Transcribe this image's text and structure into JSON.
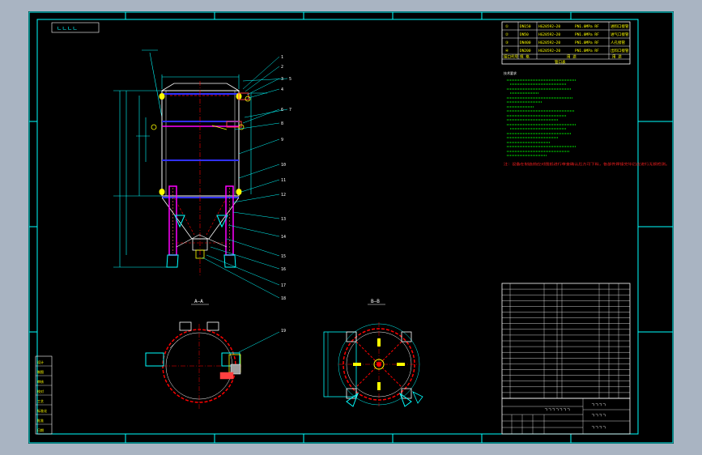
{
  "colors": {
    "background": "#a9b4c2",
    "canvas": "#000000",
    "frame": "#00ffff",
    "white": "#ffffff",
    "yellow": "#ffff00",
    "red": "#ff0000",
    "magenta": "#ff00ff",
    "blue": "#0000ff",
    "green": "#00ff00",
    "note_red": "#ff2020"
  },
  "top_left_label": "ㄴㄴㄴㄴ",
  "section_labels": {
    "a": "A—A",
    "b": "B—B"
  },
  "nozzle_numbers": [
    "1",
    "2",
    "3",
    "4",
    "5",
    "6",
    "7",
    "8",
    "9",
    "10",
    "11",
    "12",
    "13",
    "14",
    "15",
    "16",
    "17",
    "18",
    "19"
  ],
  "nozzle_table": {
    "rows": [
      {
        "no": "①",
        "code": "DN150",
        "std": "HG20592—20",
        "spec": "PN1.0MPa RF",
        "use": "进料口接管"
      },
      {
        "no": "②",
        "code": "DN50",
        "std": "HG20592—20",
        "spec": "PN1.0MPa RF",
        "use": "进气口接管"
      },
      {
        "no": "③",
        "code": "DN400",
        "std": "HG20592—20",
        "spec": "PN1.0MPa RF",
        "use": "人孔接管"
      },
      {
        "no": "④",
        "code": "DN200",
        "std": "HG20592—20",
        "spec": "PN1.0MPa RF",
        "use": "出料口接管"
      }
    ],
    "header": [
      "接口代号",
      "规 格",
      "用 途",
      "用 途"
    ],
    "footer": "管口表"
  },
  "tech_req_title": "技术要求",
  "red_note": "注：设备在制造前应对图纸进行审查确认后方可下料，各部件焊接完毕后应进行无损检测。",
  "revision_cells": [
    "设计",
    "制图",
    "审核",
    "校对",
    "工艺",
    "标准化",
    "批准",
    "日期"
  ],
  "title_block": {
    "drawing_title": "ㄱㄱㄱㄱㄱㄱㄱ",
    "right_cells": [
      "ㄱㄱㄱㄱ",
      "ㄱㄱㄱㄱ",
      "ㄱㄱㄱㄱ"
    ]
  }
}
